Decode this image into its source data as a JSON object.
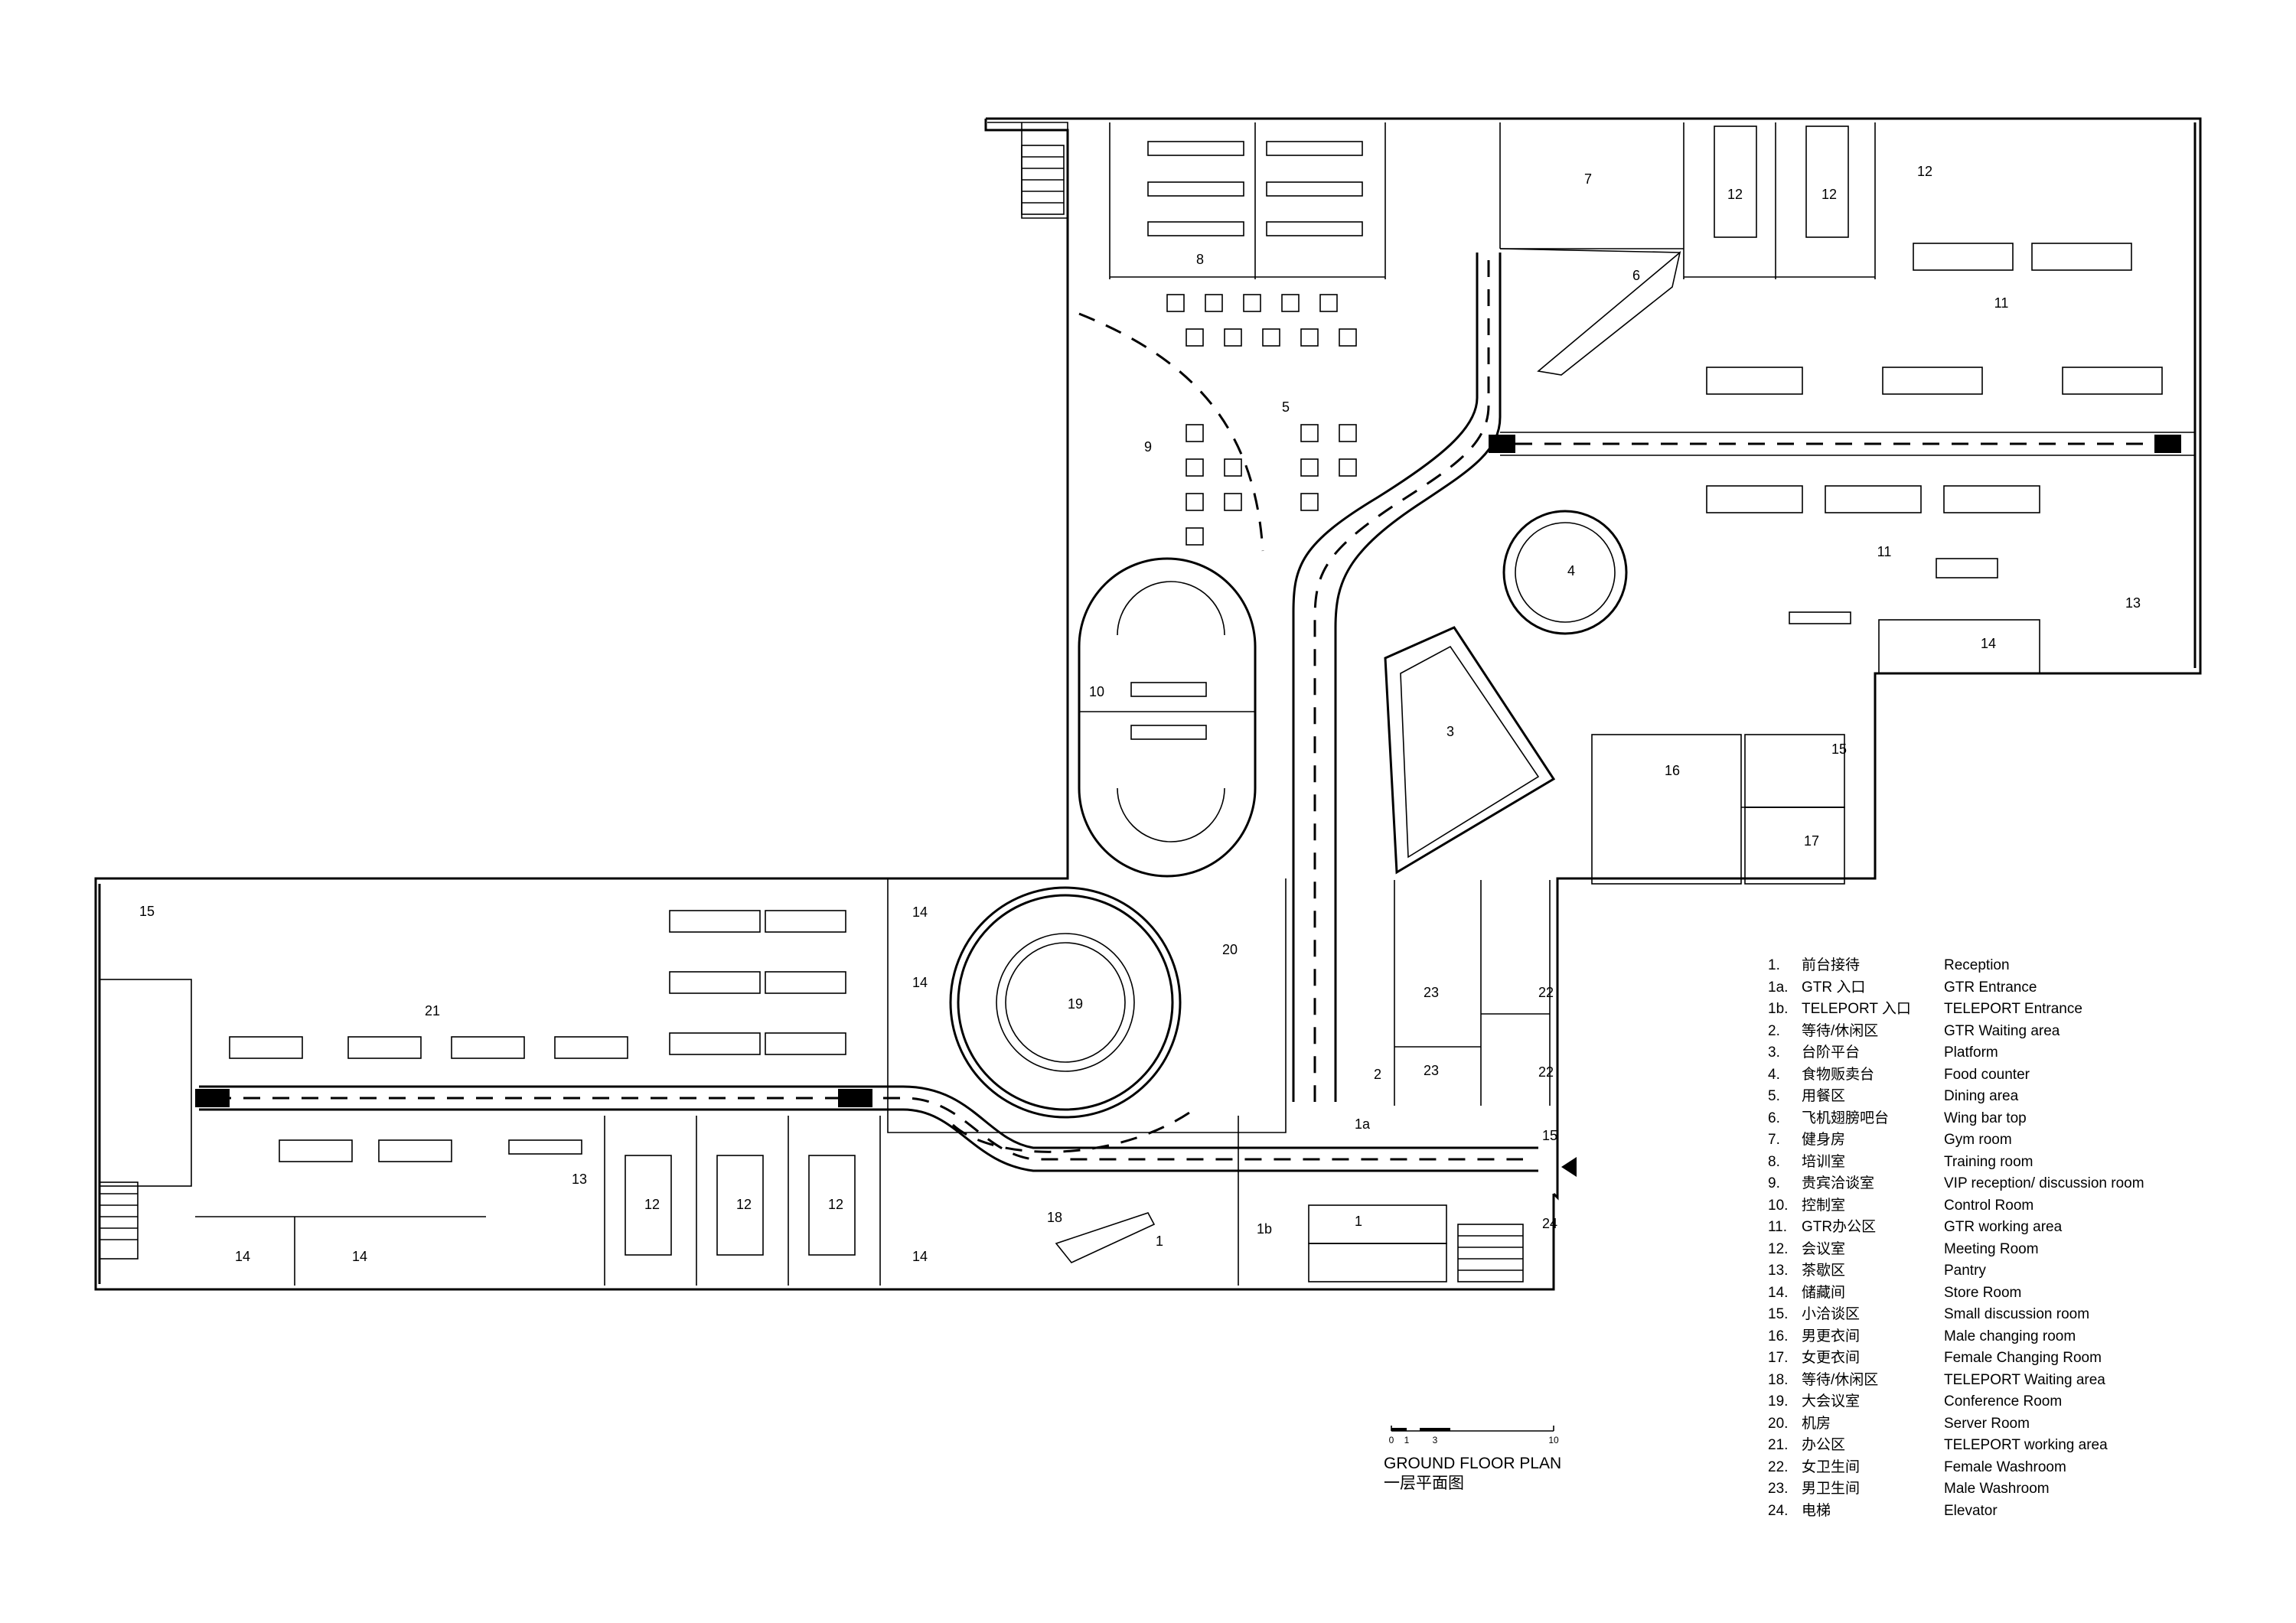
{
  "title": "GROUND FLOOR PLAN",
  "subtitle": "一层平面图",
  "scale_labels": [
    "0",
    "1",
    "3",
    "10"
  ],
  "room_labels": {
    "r1": "1",
    "r1_small": "1",
    "r1a": "1a",
    "r1b": "1b",
    "r2": "2",
    "r3": "3",
    "r4": "4",
    "r5": "5",
    "r6": "6",
    "r7": "7",
    "r8": "8",
    "r9": "9",
    "r10": "10",
    "r11a": "11",
    "r11b": "11",
    "r12a": "12",
    "r12b": "12",
    "r12c": "12",
    "r12d": "12",
    "r12e": "12",
    "r12f": "12",
    "r13a": "13",
    "r13b": "13",
    "r14a": "14",
    "r14b": "14",
    "r14c": "14",
    "r14d": "14",
    "r14e": "14",
    "r14f": "14",
    "r15a": "15",
    "r15b": "15",
    "r15c": "15",
    "r16": "16",
    "r17": "17",
    "r18": "18",
    "r19": "19",
    "r20": "20",
    "r21": "21",
    "r22a": "22",
    "r22b": "22",
    "r23a": "23",
    "r23b": "23",
    "r24": "24"
  },
  "legend": [
    {
      "num": "1.",
      "zh": "前台接待",
      "en": "Reception"
    },
    {
      "num": "1a.",
      "zh": "GTR 入口",
      "en": "GTR Entrance"
    },
    {
      "num": "1b.",
      "zh": "TELEPORT 入口",
      "en": "TELEPORT Entrance"
    },
    {
      "num": "2.",
      "zh": "等待/休闲区",
      "en": "GTR Waiting area"
    },
    {
      "num": "3.",
      "zh": "台阶平台",
      "en": "Platform"
    },
    {
      "num": "4.",
      "zh": "食物贩卖台",
      "en": "Food counter"
    },
    {
      "num": "5.",
      "zh": "用餐区",
      "en": "Dining area"
    },
    {
      "num": "6.",
      "zh": "飞机翅膀吧台",
      "en": "Wing bar top"
    },
    {
      "num": "7.",
      "zh": "健身房",
      "en": "Gym room"
    },
    {
      "num": "8.",
      "zh": "培训室",
      "en": "Training room"
    },
    {
      "num": "9.",
      "zh": "贵宾洽谈室",
      "en": "VIP reception/ discussion room"
    },
    {
      "num": "10.",
      "zh": "控制室",
      "en": "Control Room"
    },
    {
      "num": "11.",
      "zh": "GTR办公区",
      "en": "GTR working area"
    },
    {
      "num": "12.",
      "zh": "会议室",
      "en": "Meeting Room"
    },
    {
      "num": "13.",
      "zh": "茶歇区",
      "en": "Pantry"
    },
    {
      "num": "14.",
      "zh": "储藏间",
      "en": "Store Room"
    },
    {
      "num": "15.",
      "zh": "小洽谈区",
      "en": "Small discussion room"
    },
    {
      "num": "16.",
      "zh": "男更衣间",
      "en": "Male changing room"
    },
    {
      "num": "17.",
      "zh": "女更衣间",
      "en": "Female Changing Room"
    },
    {
      "num": "18.",
      "zh": "等待/休闲区",
      "en": "TELEPORT Waiting area"
    },
    {
      "num": "19.",
      "zh": "大会议室",
      "en": "Conference Room"
    },
    {
      "num": "20.",
      "zh": "机房",
      "en": "Server Room"
    },
    {
      "num": "21.",
      "zh": "办公区",
      "en": "TELEPORT working area"
    },
    {
      "num": "22.",
      "zh": "女卫生间",
      "en": "Female Washroom"
    },
    {
      "num": "23.",
      "zh": "男卫生间",
      "en": "Male Washroom"
    },
    {
      "num": "24.",
      "zh": "电梯",
      "en": "Elevator"
    }
  ]
}
